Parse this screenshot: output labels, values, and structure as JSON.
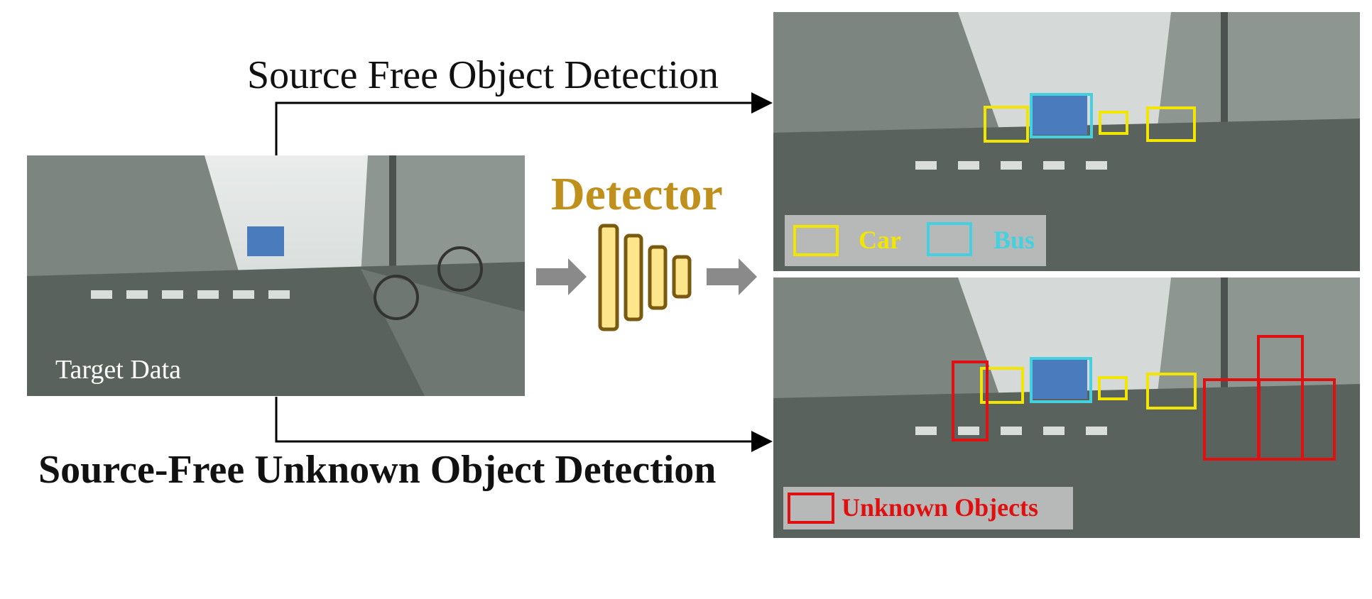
{
  "labels": {
    "top": "Source Free Object Detection",
    "bottom": "Source-Free Unknown Object Detection",
    "detector": "Detector",
    "target": "Target Data"
  },
  "legend_sfod": [
    {
      "label": "Car",
      "color": "#f2e600"
    },
    {
      "label": "Bus",
      "color": "#45d0e0"
    }
  ],
  "legend_sfuod": [
    {
      "label": "Unknown Objects",
      "color": "#e01010"
    }
  ],
  "colors": {
    "detector_fill": "#fde58c",
    "detector_stroke": "#7a5a10",
    "detector_text": "#c0901c",
    "arrow_gray": "#8a8a8a"
  }
}
